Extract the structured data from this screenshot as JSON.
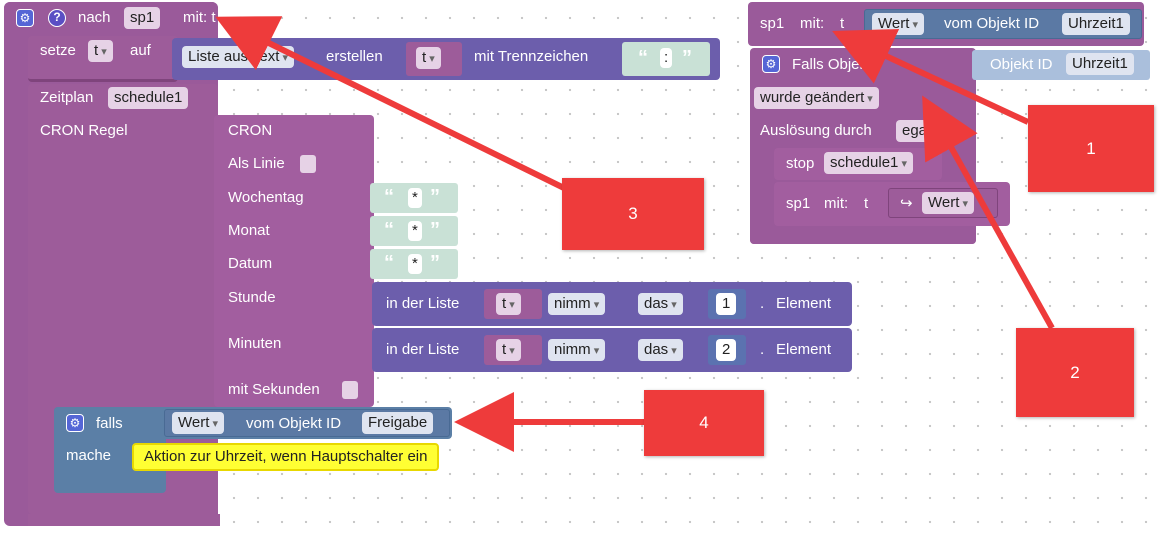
{
  "function_block": {
    "header_prefix": "nach",
    "function_name": "sp1",
    "params_label": "mit: t"
  },
  "set_block": {
    "set_label": "setze",
    "variable": "t",
    "to_label": "auf",
    "list_create_label": "Liste aus Text",
    "create_label": "erstellen",
    "list_var": "t",
    "separator_label": "mit Trennzeichen",
    "separator_value": ":"
  },
  "schedule_block": {
    "schedule_label": "Zeitplan",
    "schedule_name": "schedule1",
    "cron_rule_label": "CRON Regel",
    "cron_label": "CRON",
    "as_line_label": "Als Linie",
    "weekday_label": "Wochentag",
    "weekday_value": "*",
    "month_label": "Monat",
    "month_value": "*",
    "date_label": "Datum",
    "date_value": "*",
    "hour_label": "Stunde",
    "minutes_label": "Minuten",
    "seconds_label": "mit Sekunden"
  },
  "list_get_hour": {
    "in_list_label": "in der Liste",
    "var": "t",
    "take_label": "nimm",
    "the_label": "das",
    "index": "1",
    "dot": ".",
    "element_label": "Element"
  },
  "list_get_minute": {
    "in_list_label": "in der Liste",
    "var": "t",
    "take_label": "nimm",
    "the_label": "das",
    "index": "2",
    "dot": ".",
    "element_label": "Element"
  },
  "if_block": {
    "if_label": "falls",
    "value_label": "Wert",
    "of_object_label": "vom Objekt ID",
    "object_id": "Freigabe",
    "do_label": "mache",
    "comment": "Aktion zur Uhrzeit, wenn Hauptschalter ein"
  },
  "call_block": {
    "name": "sp1",
    "params_label": "mit:",
    "param": "t",
    "value_label": "Wert",
    "of_object_label": "vom Objekt ID",
    "object_id": "Uhrzeit1"
  },
  "trigger_block": {
    "if_object_label": "Falls Objekt",
    "object_id_label": "Objekt ID",
    "object_id": "Uhrzeit1",
    "changed_label": "wurde geändert",
    "trigger_by_label": "Auslösung durch",
    "trigger_by_value": "egal",
    "stop_label": "stop",
    "stop_target": "schedule1",
    "call_name": "sp1",
    "call_params_label": "mit:",
    "call_param": "t",
    "arrow_glyph": "↪",
    "call_value": "Wert"
  },
  "callouts": [
    "1",
    "2",
    "3",
    "4"
  ]
}
